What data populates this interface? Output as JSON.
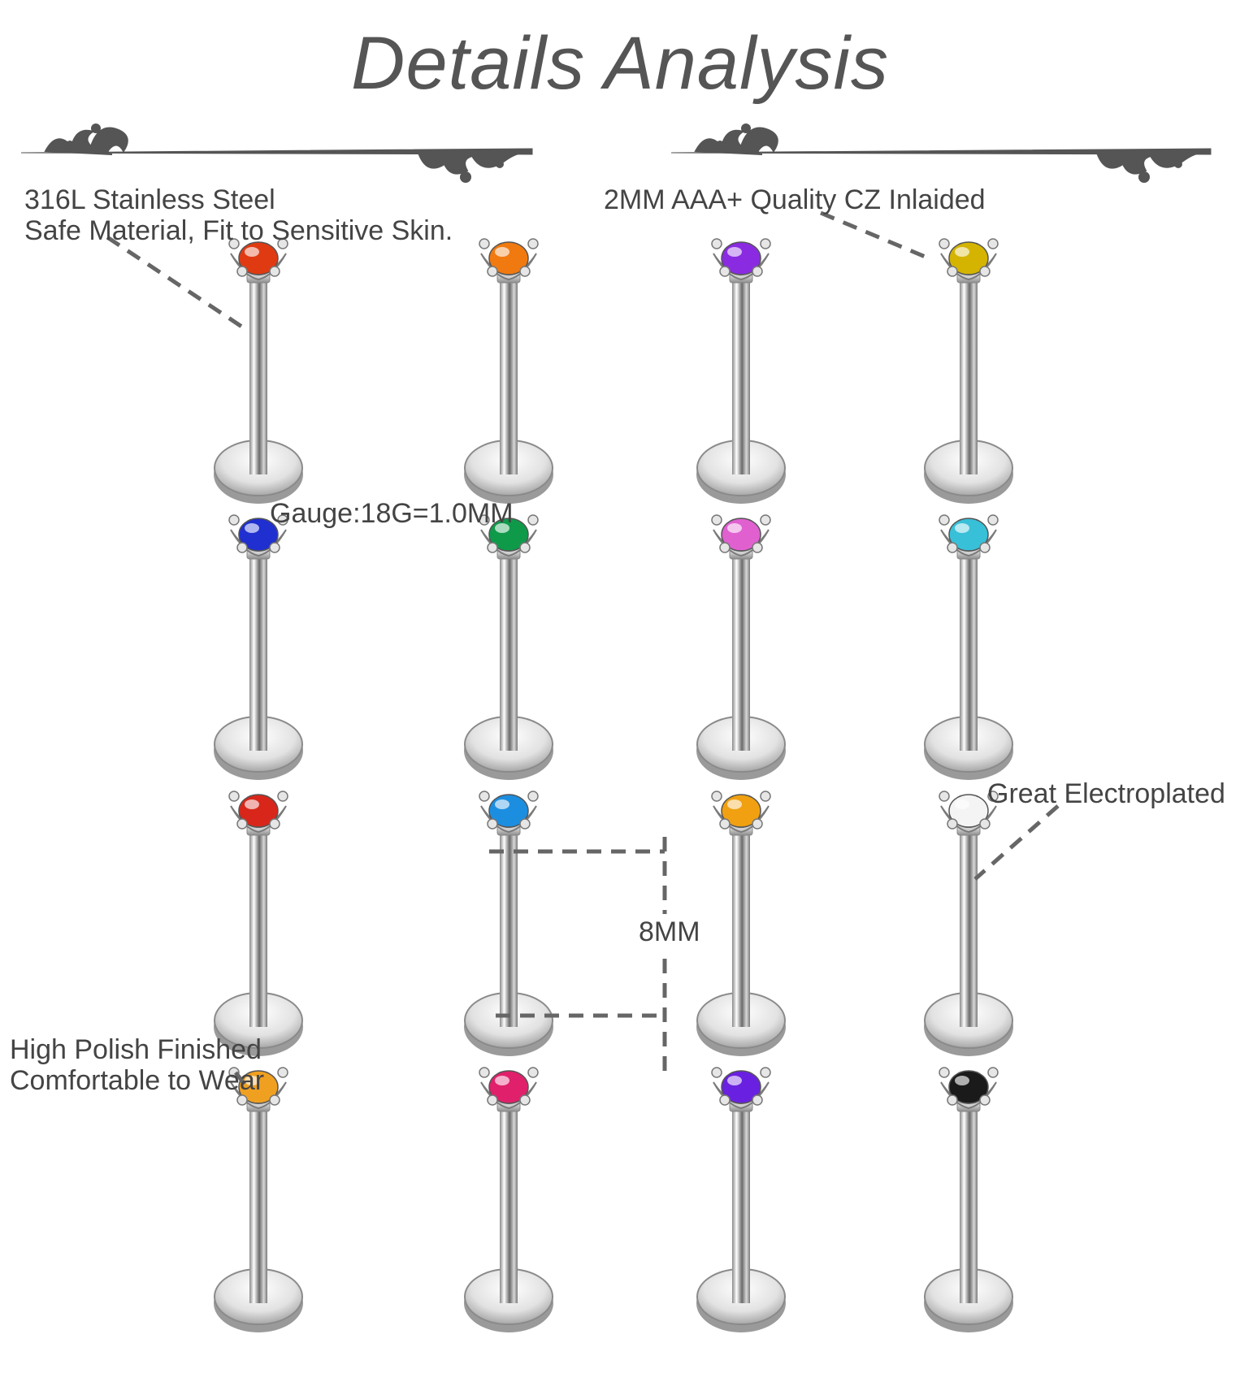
{
  "title": "Details Analysis",
  "colors": {
    "text": "#444444",
    "ornament": "#555555",
    "dash": "#666666",
    "metal": "#c8c8c8"
  },
  "labels": {
    "material_line1": "316L Stainless Steel",
    "material_line2": "Safe Material, Fit to Sensitive Skin.",
    "cz": "2MM AAA+ Quality CZ Inlaided",
    "gauge": "Gauge:18G=1.0MM",
    "electroplated": "Great Electroplated",
    "length": "8MM",
    "polish_line1": "High Polish Finished",
    "polish_line2": "Comfortable to Wear"
  },
  "gem_colors": [
    [
      "#e03a12",
      "#f07a10",
      "#8a2be2",
      "#d4b400"
    ],
    [
      "#1f2fd0",
      "#0f9a4a",
      "#e060d0",
      "#38c0d8"
    ],
    [
      "#d8261a",
      "#1c8ee0",
      "#f0a010",
      "#f4f4f4"
    ],
    [
      "#f0a020",
      "#e0206a",
      "#6a20e0",
      "#1a1a1a"
    ]
  ]
}
